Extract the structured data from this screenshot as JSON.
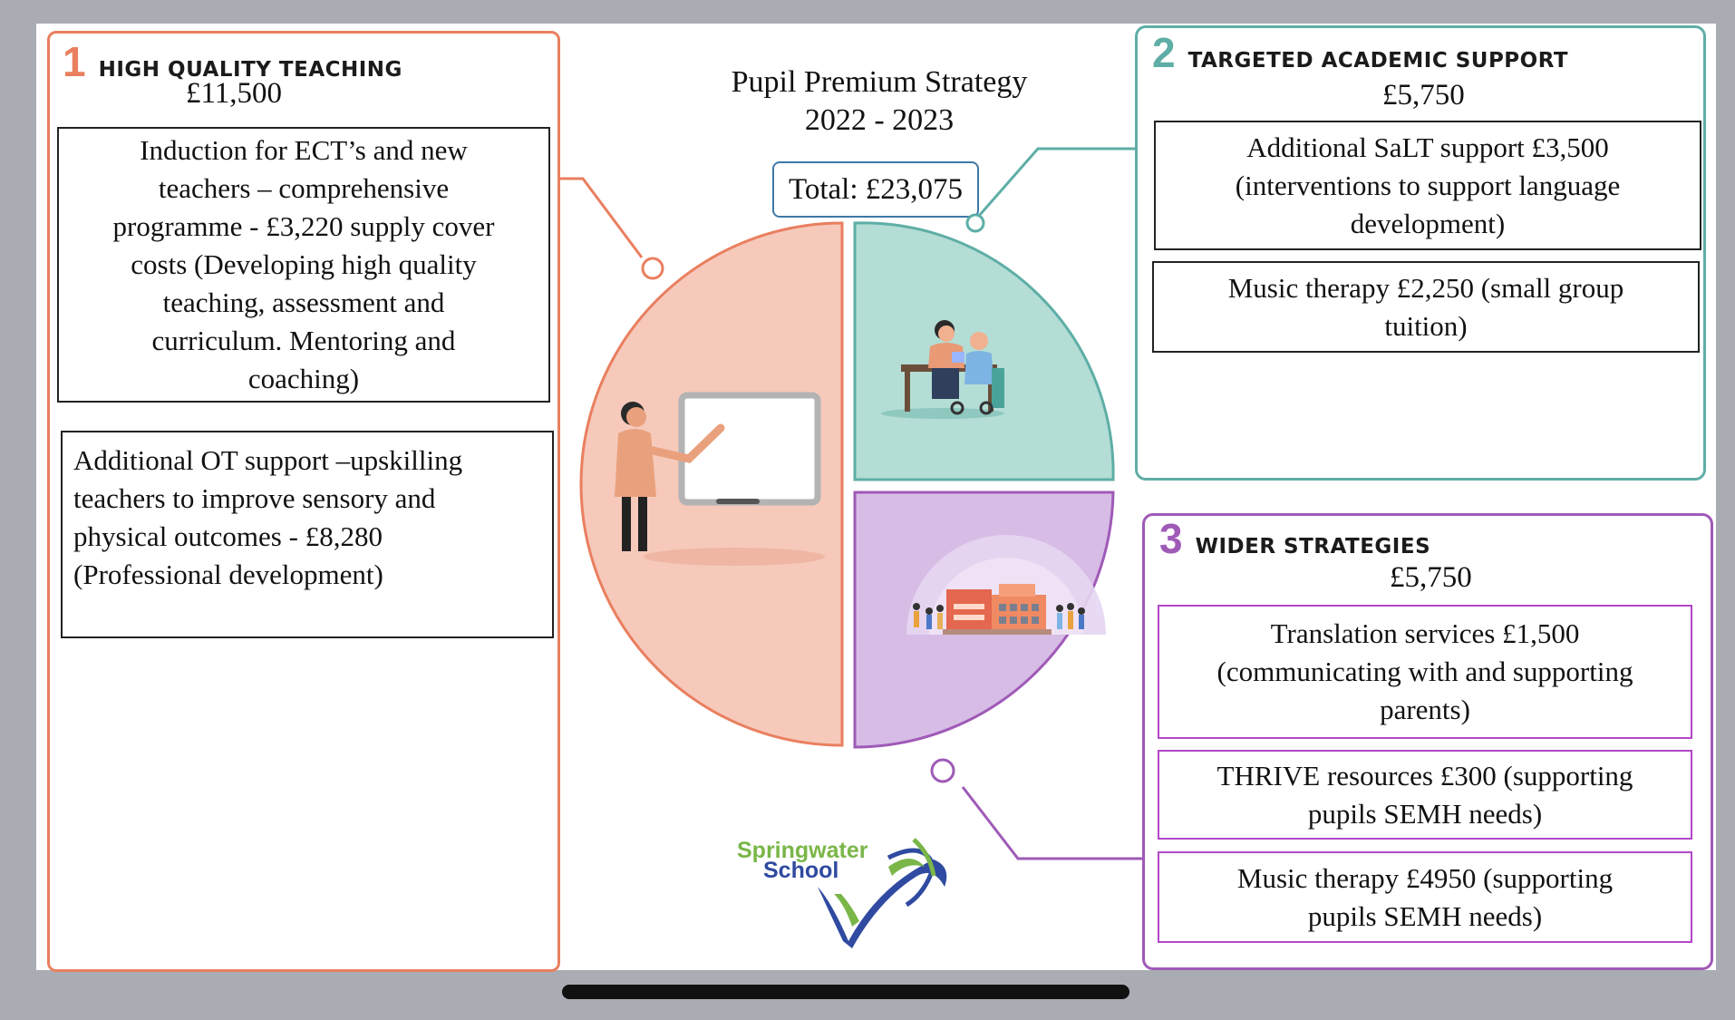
{
  "title": {
    "line1": "Pupil Premium Strategy",
    "line2": "2022 - 2023"
  },
  "total": "Total: £23,075",
  "colors": {
    "orange": "#e97f5f",
    "teal": "#5eaea6",
    "purple": "#9f5ab7",
    "pill_border": "#3e79a8"
  },
  "sections": {
    "teaching": {
      "number": "1",
      "heading": "HIGH QUALITY TEACHING",
      "amount": "£11,500",
      "items": [
        [
          "Induction for ECT’s and new",
          "teachers – comprehensive",
          "programme - £3,220 supply cover",
          "costs (Developing high quality",
          "teaching, assessment and",
          "curriculum. Mentoring and",
          "coaching)"
        ],
        [
          "Additional OT support –upskilling",
          "teachers to improve sensory and",
          "physical outcomes - £8,280",
          "(Professional development)"
        ]
      ]
    },
    "targeted": {
      "number": "2",
      "heading": "TARGETED ACADEMIC SUPPORT",
      "amount": "£5,750",
      "items": [
        [
          "Additional SaLT support £3,500",
          "(interventions to support language",
          "development)"
        ],
        [
          "Music therapy £2,250 (small group",
          "tuition)"
        ]
      ]
    },
    "wider": {
      "number": "3",
      "heading": "WIDER STRATEGIES",
      "amount": "£5,750",
      "items": [
        [
          "Translation services £1,500",
          "(communicating with and supporting",
          "parents)"
        ],
        [
          "THRIVE resources £300 (supporting",
          "pupils SEMH needs)"
        ],
        [
          "Music therapy £4950 (supporting",
          "pupils SEMH needs)"
        ]
      ]
    }
  },
  "logo": {
    "line1": "Springwater",
    "line2": "School"
  },
  "icons": [
    "teacher-whiteboard-icon",
    "tutoring-desk-icon",
    "school-building-icon",
    "springwater-logo-check-icon"
  ]
}
